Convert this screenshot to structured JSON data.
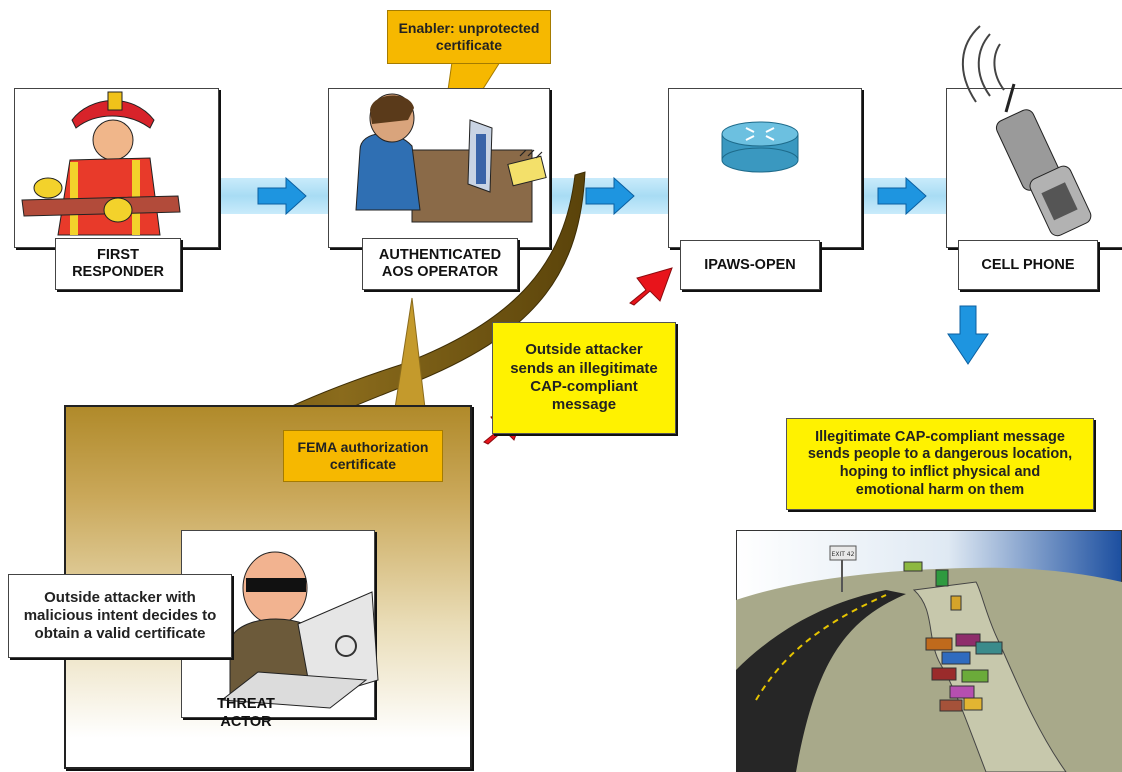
{
  "nodes": {
    "first_responder": "FIRST\nRESPONDER",
    "aos_operator": "AUTHENTICATED\nAOS OPERATOR",
    "ipaws_open": "IPAWS-OPEN",
    "cell_phone": "CELL PHONE",
    "threat_actor": "THREAT ACTOR"
  },
  "callouts": {
    "enabler_lead": "Enabler:",
    "enabler_rest": " unprotected\ncertificate",
    "outside_attacker_sends": "Outside attacker\nsends an illegitimate\nCAP-compliant\nmessage",
    "fema_certificate": "FEMA authorization\ncertificate",
    "outside_attacker_intent": "Outside attacker with\nmalicious intent decides to\nobtain a valid certificate",
    "illegitimate_message": "Illegitimate CAP-compliant message\nsends people to a dangerous location,\nhoping to inflict physical and\nemotional harm on them"
  },
  "scene": {
    "sign_text": "EXIT 42"
  },
  "colors": {
    "flow_band": "#a8dcf4",
    "flow_arrow": "#1e95e0",
    "attack_arrow": "#e8141b",
    "yellow_callout": "#fff200",
    "orange_callout": "#f6b800",
    "stolen_path": "#6b5210"
  }
}
